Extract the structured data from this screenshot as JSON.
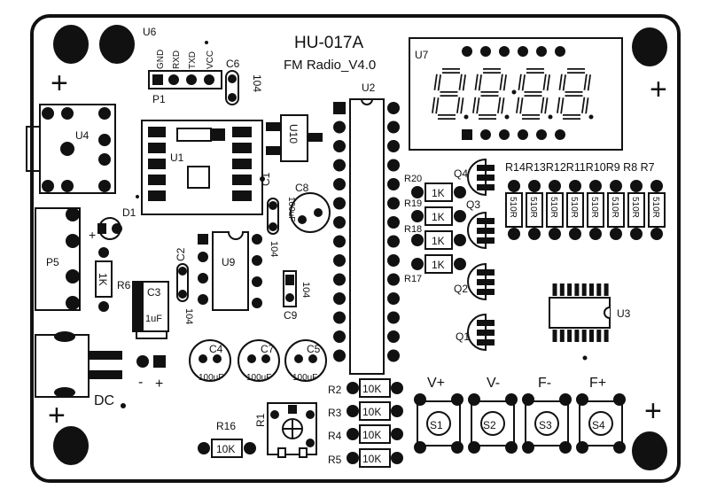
{
  "board": {
    "title": "HU-017A",
    "subtitle": "FM Radio_V4.0"
  },
  "labels": {
    "u6": "U6",
    "p1": "P1",
    "gnd": "GND",
    "rxd": "RXD",
    "txd": "TXD",
    "vcc": "VCC",
    "c6": "C6",
    "c6_val": "104",
    "u4": "U4",
    "u1": "U1",
    "u10": "U10",
    "u2": "U2",
    "u7": "U7",
    "c1": "C1",
    "c1_val": "104",
    "c8": "C8",
    "c8_val": "100uF",
    "d1": "D1",
    "p5": "P5",
    "r6": "R6",
    "r6_val": "1K",
    "c2": "C2",
    "c2_val": "104",
    "u9": "U9",
    "c9": "C9",
    "c9_val": "104",
    "c3": "C3",
    "c3_val": "1uF",
    "c4": "C4",
    "c4_val": "100uF",
    "c7": "C7",
    "c7_val": "100uF",
    "c5": "C5",
    "c5_val": "100uF",
    "minus": "-",
    "plus": "+",
    "dc": "DC",
    "r16": "R16",
    "r16_val": "10K",
    "r1": "R1",
    "r2": "R2",
    "r3": "R3",
    "r4": "R4",
    "r5": "R5",
    "r_10k": "10K",
    "r_1k": "1K",
    "r20": "R20",
    "r19": "R19",
    "r18": "R18",
    "r17": "R17",
    "q1": "Q1",
    "q2": "Q2",
    "q3": "Q3",
    "q4": "Q4",
    "r_top": "R14R13R12R11R10R9 R8 R7",
    "r_510": "510R",
    "u3": "U3",
    "btn_vplus": "V+",
    "btn_vminus": "V-",
    "btn_fminus": "F-",
    "btn_fplus": "F+",
    "s1": "S1",
    "s2": "S2",
    "s3": "S3",
    "s4": "S4",
    "crosshair": "+"
  },
  "colors": {
    "ink": "#111111",
    "board": "#ffffff"
  }
}
